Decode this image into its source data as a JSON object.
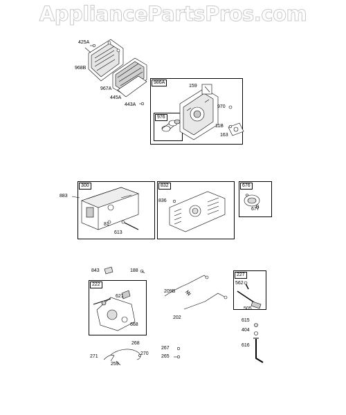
{
  "watermark": "AppliancePartsPros.com",
  "boxes": {
    "b986a": "986A",
    "b976": "976",
    "b300": "300",
    "b832": "832",
    "b676": "676",
    "b222": "222",
    "b227": "227"
  },
  "parts": {
    "p425a": "425A",
    "p968b": "968B",
    "p967a": "967A",
    "p445a": "445A",
    "p443a": "443A",
    "p159": "159",
    "p970": "970",
    "p11b": "11B",
    "p163": "163",
    "p883": "883",
    "p81": "81",
    "p613": "613",
    "p836": "836",
    "p677": "677",
    "p843": "843",
    "p188": "188",
    "p621": "621",
    "p668": "668",
    "p209b": "209B",
    "p202": "202",
    "p562": "562",
    "p505": "505",
    "p615": "615",
    "p404": "404",
    "p616": "616",
    "p268": "268",
    "p271": "271",
    "p259": "259",
    "p270": "270",
    "p267": "267",
    "p265": "265"
  },
  "colors": {
    "line": "#000000",
    "part_fill": "#ffffff",
    "part_shade": "#bdbdbd",
    "watermark_outline": "#c9c9c9"
  }
}
